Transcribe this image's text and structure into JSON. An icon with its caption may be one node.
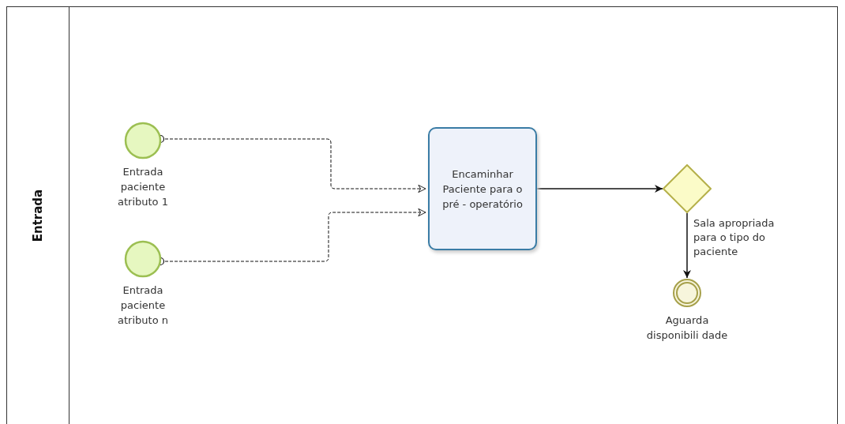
{
  "diagram": {
    "nodes": [
      {
        "text": [
          "Entrada"
        ]
      },
      {
        "text": [
          "Entrada paciente atributo 1"
        ],
        "in": 0
      },
      {
        "text": [
          "Entrada paciente atributo n"
        ],
        "in": 0
      },
      {
        "text": [
          "Encaminhar Paciente para o pré - operatório"
        ],
        "in": 0
      },
      {
        "text": [
          "Sala apropriada para o tipo do paciente"
        ],
        "in": 0
      },
      {
        "text": [
          "Aguarda disponibili dade"
        ],
        "in": 0
      }
    ],
    "edges": [
      {
        "from": 1,
        "to": 3,
        "arrow": "to",
        "style": "dashed"
      },
      {
        "from": 2,
        "to": 3,
        "arrow": "to",
        "style": "dashed"
      },
      {
        "from": 3,
        "to": 4,
        "arrow": "to"
      },
      {
        "from": 4,
        "to": 5,
        "arrow": "to"
      }
    ]
  }
}
